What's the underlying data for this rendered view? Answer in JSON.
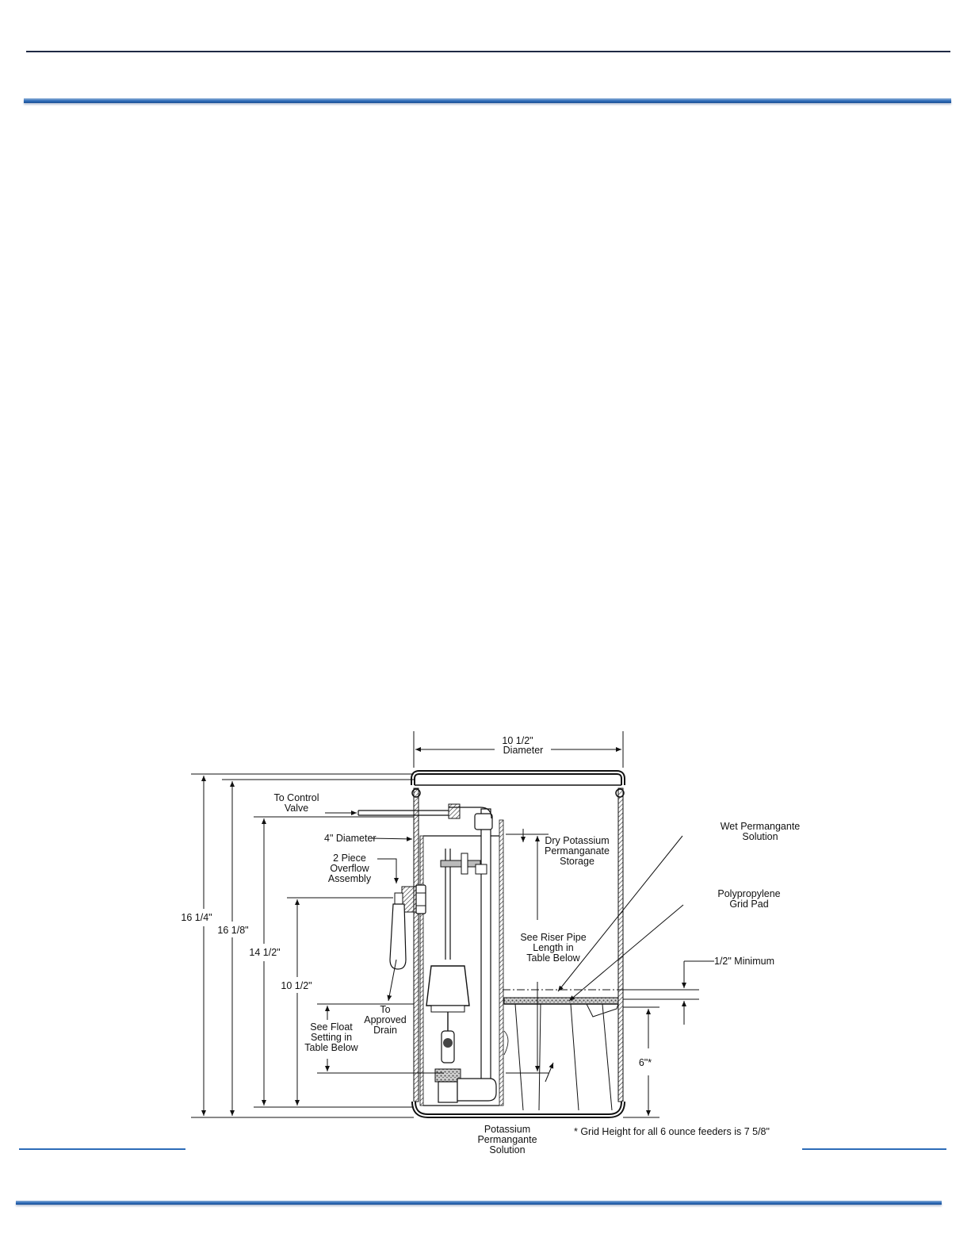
{
  "labels": {
    "top_width_line1": "10 1/2\"",
    "top_width_line2": "Diameter",
    "control_valve_line1": "To Control",
    "control_valve_line2": "Valve",
    "four_diameter": "4\" Diameter",
    "overflow_line1": "2 Piece",
    "overflow_line2": "Overflow",
    "overflow_line3": "Assembly",
    "dim_16_1_4": "16 1/4\"",
    "dim_16_1_8": "16 1/8\"",
    "dim_14_1_2": "14 1/2\"",
    "dim_10_1_2": "10 1/2\"",
    "drain_line1": "To",
    "drain_line2": "Approved",
    "drain_line3": "Drain",
    "float_line1": "See Float",
    "float_line2": "Setting in",
    "float_line3": "Table Below",
    "dry_line1": "Dry Potassium",
    "dry_line2": "Permanganate",
    "dry_line3": "Storage",
    "riser_line1": "See Riser Pipe",
    "riser_line2": "Length in",
    "riser_line3": "Table Below",
    "wet_line1": "Wet Permangante",
    "wet_line2": "Solution",
    "grid_line1": "Polypropylene",
    "grid_line2": "Grid Pad",
    "half_minimum": "1/2\" Minimum",
    "six_inch": "6\"*",
    "solution_line1": "Potassium",
    "solution_line2": "Permangante",
    "solution_line3": "Solution",
    "footnote": "* Grid Height for all 6 ounce feeders is 7 5/8\""
  },
  "colors": {
    "rule_dark": "#1f2a44",
    "accent_blue": "#2d6cb8"
  }
}
